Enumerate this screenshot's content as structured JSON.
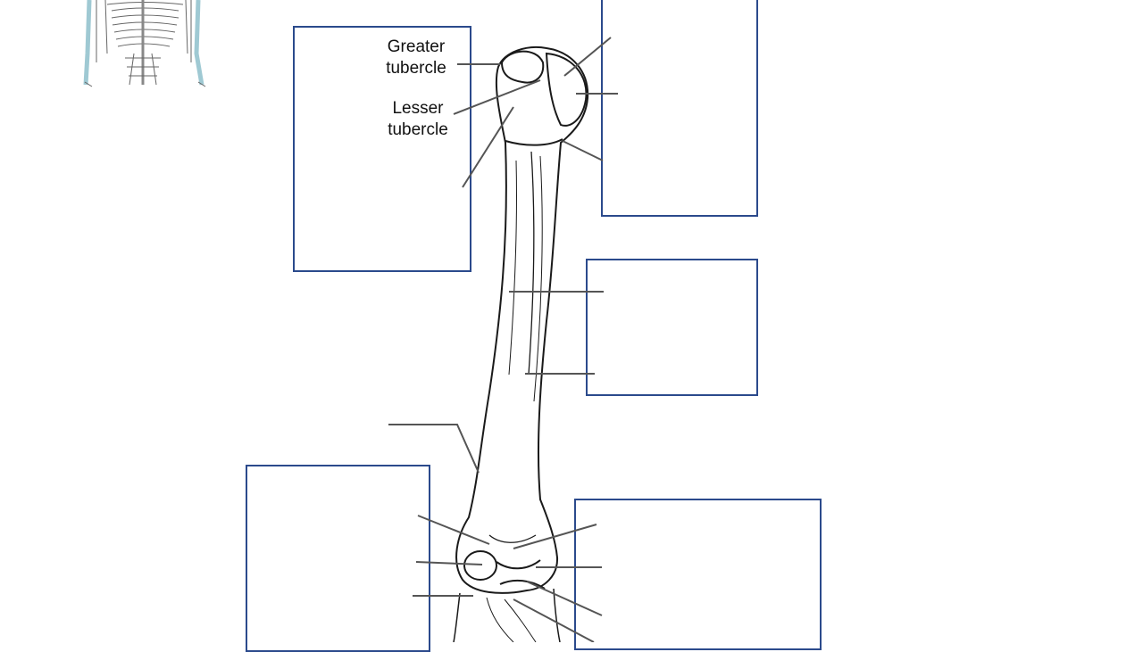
{
  "diagram": {
    "labels": {
      "greater_tubercle": {
        "line1": "Greater",
        "line2": "tubercle"
      },
      "lesser_tubercle": {
        "line1": "Lesser",
        "line2": "tubercle"
      }
    },
    "colors": {
      "box_border": "#2b4a8c",
      "bone_outline": "#1a1a1a",
      "leader_line": "#555555",
      "thumbnail_highlight": "#bfe3ea"
    }
  }
}
